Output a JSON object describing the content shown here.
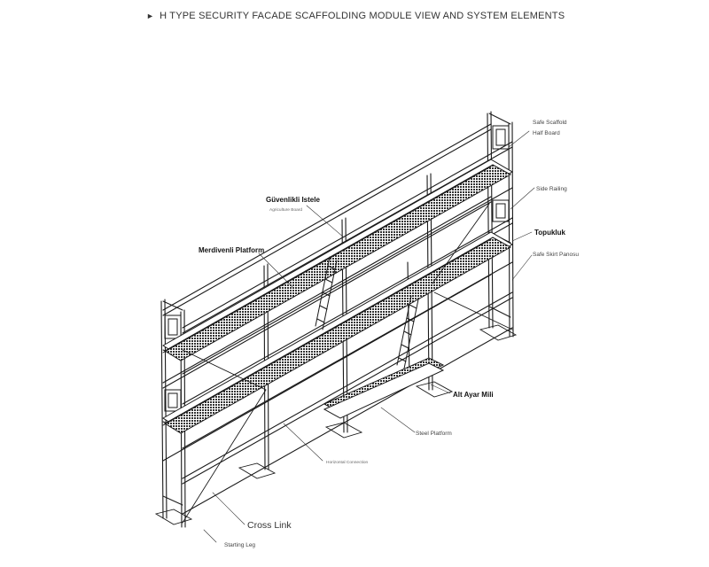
{
  "title": "H TYPE SECURITY FACADE SCAFFOLDING MODULE VIEW AND SYSTEM ELEMENTS",
  "title_marker": "►",
  "labels": {
    "safe_scaffold": "Safe Scaffold",
    "half_board": "Half Board",
    "side_railing": "Side Railing",
    "topukluk": "Topukluk",
    "safe_skirt": "Safe Skirt Panosu",
    "guvenlik": "Güvenlikli Istele",
    "agriculture_board": "Agriculture Board",
    "merdivenli": "Merdivenli Platform",
    "alt_ayar": "Alt Ayar Mili",
    "steel_platform": "Steel Platform",
    "horizontal_connection": "Horizontal Connection",
    "cross_link": "Cross Link",
    "starting_leg": "Starting Leg"
  }
}
